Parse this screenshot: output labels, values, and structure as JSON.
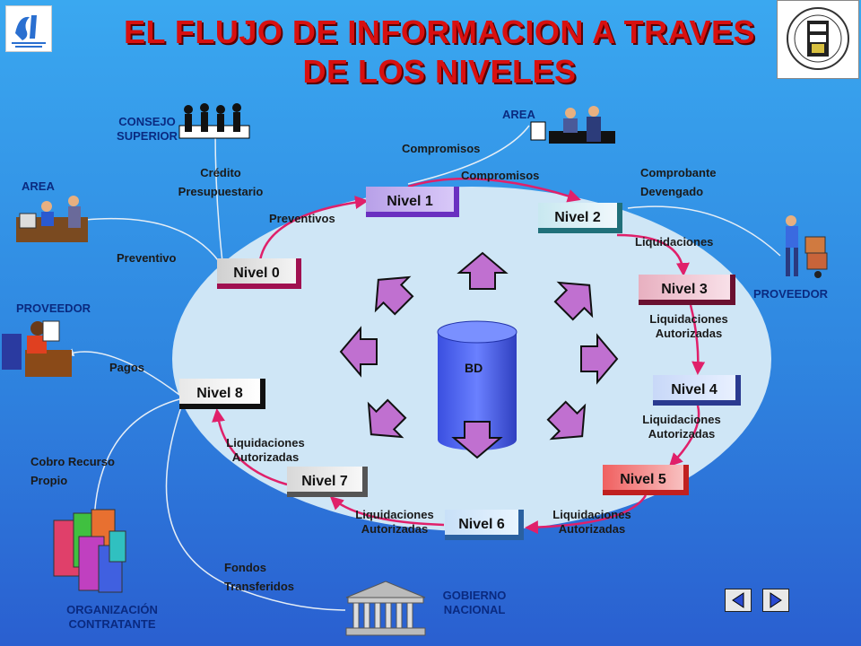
{
  "title_line1": "EL FLUJO DE INFORMACION A TRAVES",
  "title_line2": "DE LOS NIVELES",
  "database_label": "BD",
  "levels": {
    "n0": "Nivel 0",
    "n1": "Nivel 1",
    "n2": "Nivel 2",
    "n3": "Nivel 3",
    "n4": "Nivel 4",
    "n5": "Nivel 5",
    "n6": "Nivel 6",
    "n7": "Nivel 7",
    "n8": "Nivel 8"
  },
  "actors": {
    "consejo_line1": "CONSEJO",
    "consejo_line2": "SUPERIOR",
    "area_top": "AREA",
    "area_left": "AREA",
    "proveedor_left": "PROVEEDOR",
    "proveedor_right": "PROVEEDOR",
    "organizacion_line1": "ORGANIZACIÓN",
    "organizacion_line2": "CONTRATANTE",
    "gobierno_line1": "GOBIERNO",
    "gobierno_line2": "NACIONAL"
  },
  "flows": {
    "compromisos_top": "Compromisos",
    "compromisos_inner": "Compromisos",
    "credito_line1": "Crédito",
    "credito_line2": "Presupuestario",
    "preventivos": "Preventivos",
    "preventivo": "Preventivo",
    "comprobante_line1": "Comprobante",
    "comprobante_line2": "Devengado",
    "liquidaciones": "Liquidaciones",
    "liq_aut_34_line1": "Liquidaciones",
    "liq_aut_34_line2": "Autorizadas",
    "liq_aut_45_line1": "Liquidaciones",
    "liq_aut_45_line2": "Autorizadas",
    "liq_aut_56_line1": "Liquidaciones",
    "liq_aut_56_line2": "Autorizadas",
    "liq_aut_67_line1": "Liquidaciones",
    "liq_aut_67_line2": "Autorizadas",
    "liq_aut_78_line1": "Liquidaciones",
    "liq_aut_78_line2": "Autorizadas",
    "pagos": "Pagos",
    "cobro_line1": "Cobro Recurso",
    "cobro_line2": "Propio",
    "fondos_line1": "Fondos",
    "fondos_line2": "Transferidos"
  },
  "colors": {
    "title": "#d81010",
    "ellipse": "#cfe6f6",
    "flow_arrow": "#e0206a",
    "inner_arrow": "#c070d0"
  }
}
